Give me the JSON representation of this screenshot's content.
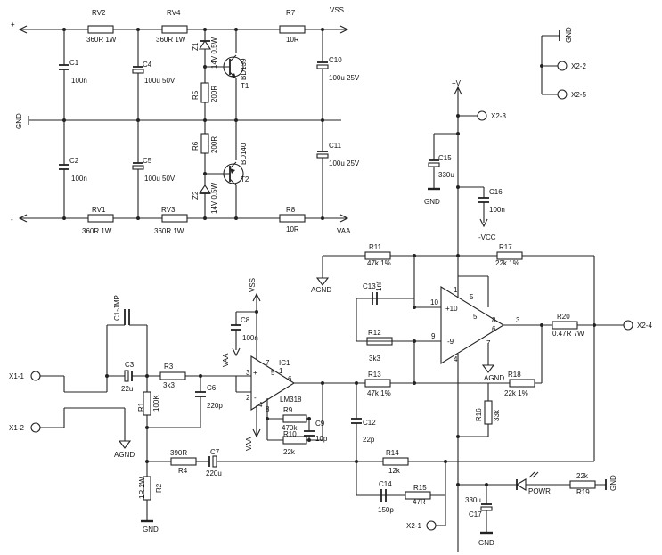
{
  "labels": {
    "vss_top": "VSS",
    "vaa_bot": "VAA",
    "plus_in": "+",
    "minus_in": "-",
    "gnd_left": "GND",
    "rv2": "RV2",
    "rv2_v": "360R 1W",
    "rv4": "RV4",
    "rv4_v": "360R 1W",
    "r7": "R7",
    "r7_v": "10R",
    "c1": "C1",
    "c1_v": "100n",
    "c4": "C4",
    "c4_v": "100u 50V",
    "z1": "Z1",
    "z1_v": "14V 0.5W",
    "r5": "R5",
    "r5_v": "200R",
    "t1": "T1",
    "t1_v": "BD139",
    "c10": "C10",
    "c10_v": "100u 25V",
    "c2": "C2",
    "c2_v": "100n",
    "c5": "C5",
    "c5_v": "100u 50V",
    "r6": "R6",
    "r6_v": "200R",
    "t2": "T2",
    "t2_v": "BD140",
    "z2": "Z2",
    "z2_v": "14V 0.5W",
    "c11": "C11",
    "c11_v": "100u 25V",
    "rv1": "RV1",
    "rv1_v": "360R 1W",
    "rv3": "RV3",
    "rv3_v": "360R 1W",
    "r8": "R8",
    "r8_v": "10R",
    "gnd_tr": "GND",
    "x22": "X2-2",
    "x25": "X2-5",
    "plusv": "+V",
    "x23": "X2-3",
    "c15": "C15",
    "c15_v": "330u",
    "gnd_c15": "GND",
    "c16": "C16",
    "c16_v": "100n",
    "vcc": "-VCC",
    "r11": "R11",
    "r11_v": "47k 1%",
    "r17": "R17",
    "r17_v": "22k 1%",
    "agnd_top": "AGND",
    "c13": "C13",
    "c13_v": "1nf",
    "r12": "R12",
    "r12_v": "3k3",
    "r13": "R13",
    "r13_v": "47k 1%",
    "r18": "R18",
    "r18_v": "22k 1%",
    "agnd_mid": "AGND",
    "r16": "R16",
    "r16_v": "33k",
    "r20": "R20",
    "r20_v": "0.47R 7W",
    "x24": "X2-4",
    "c1jmp": "C1-JMP",
    "x11": "X1-1",
    "x12": "X1-2",
    "c3": "C3",
    "c3_v": "22u",
    "r3": "R3",
    "r3_v": "3k3",
    "r1": "R1",
    "r1_v": "100K",
    "c6": "C6",
    "c6_v": "220p",
    "agnd_left": "AGND",
    "vss_ic1": "VSS",
    "c8": "C8",
    "c8_v": "100n",
    "vaa_ic1a": "VAA",
    "vaa_ic1b": "VAA",
    "ic1": "IC1",
    "ic1_v": "LM318",
    "r9": "R9",
    "r9_v": "470k",
    "r10": "R10",
    "r10_v": "22k",
    "c9": "C9",
    "c9_v": "10p",
    "c12": "C12",
    "c12_v": "22p",
    "r4": "R4",
    "r4_v": "390R",
    "c7": "C7",
    "c7_v": "220u",
    "r2": "R2",
    "r2_v": "1R 2W",
    "gnd_r2": "GND",
    "r14": "R14",
    "r14_v": "12k",
    "c14": "C14",
    "c14_v": "150p",
    "r15": "R15",
    "r15_v": "47R",
    "powr": "POWR",
    "r19": "R19",
    "r19_v": "22k",
    "gnd_r19": "GND",
    "c17": "C17",
    "c17_v": "330u",
    "gnd_c17": "GND",
    "x21": "X2-1",
    "p_op2_10": "10",
    "p_op2_9": "9",
    "p_op2_3": "3",
    "p_op2_1": "1",
    "p_op2_5a": "5",
    "p_op2_5b": "5",
    "p_op2_4": "4",
    "p_op2_6": "6",
    "p_op2_7": "7",
    "p_op2_8": "8",
    "p_ic1_3": "3",
    "p_ic1_2": "2",
    "p_ic1_6": "6",
    "p_ic1_7": "7",
    "p_ic1_1": "1",
    "p_ic1_5": "5",
    "p_ic1_4": "4",
    "p_ic1_8": "8",
    "op2_plus": "+10",
    "op2_minus": "-9",
    "ic1_plus": "+",
    "ic1_minus": "-"
  },
  "colors": {
    "ink": "#222222",
    "background": "#ffffff"
  }
}
